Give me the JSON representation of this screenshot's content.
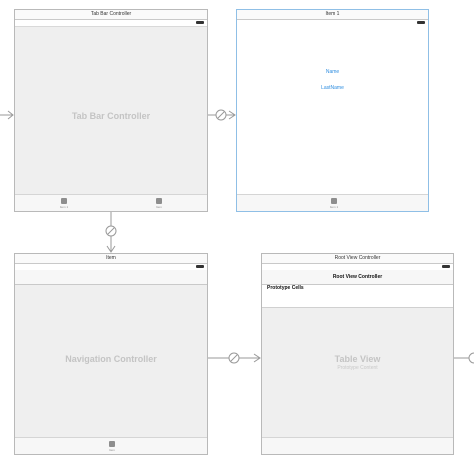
{
  "scenes": {
    "tab_bar_controller": {
      "title": "Tab Bar Controller",
      "center_label": "Tab Bar Controller",
      "tabs": [
        {
          "label": "Item 1",
          "icon": "tab-square-icon"
        },
        {
          "label": "Item",
          "icon": "tab-square-icon"
        }
      ]
    },
    "item1": {
      "title": "Item 1",
      "fields": [
        "Name",
        "LastName"
      ],
      "tab_label": "Item 1"
    },
    "navigation_controller": {
      "title": "Item",
      "center_label": "Navigation Controller",
      "tab_label": "Item"
    },
    "root_view_controller": {
      "title": "Root View Controller",
      "nav_title": "Root View Controller",
      "section": "Prototype Cells",
      "center_label": "Table View",
      "center_sublabel": "Prototype Content"
    }
  },
  "colors": {
    "selection_border": "#8fbfe6",
    "link_blue": "#2f8ee0",
    "segue_gray": "#999999"
  }
}
